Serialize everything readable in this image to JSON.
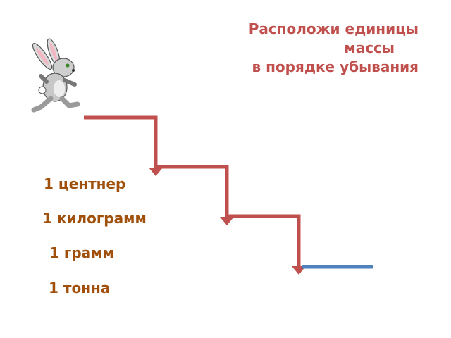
{
  "title": {
    "line1": "Расположи единицы",
    "line2": "массы",
    "line3": "в порядке убывания"
  },
  "units": [
    {
      "label": "1 центнер"
    },
    {
      "label": "1 килограмм"
    },
    {
      "label": "1 грамм"
    },
    {
      "label": "1 тонна"
    }
  ],
  "colors": {
    "title": "#c0504d",
    "units": "#a0500a",
    "stairs": "#c0504d",
    "finish_line": "#4f81bd"
  },
  "icons": {
    "mascot": "rabbit-icon"
  }
}
